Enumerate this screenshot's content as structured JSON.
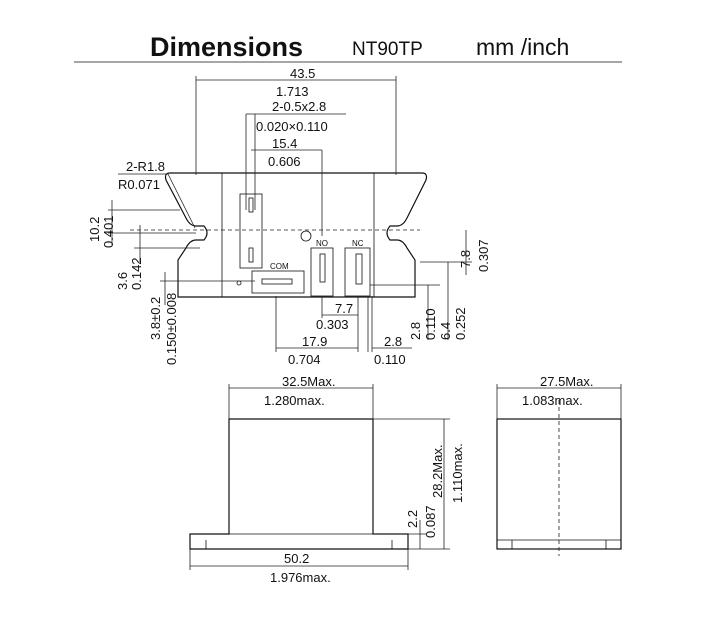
{
  "header": {
    "title": "Dimensions",
    "model": "NT90TP",
    "units": "mm /inch"
  },
  "top_view": {
    "width_mm": "43.5",
    "width_in": "1.713",
    "pin_mm": "2-0.5x2.8",
    "pin_in": "0.020×0.110",
    "pitch_mm": "15.4",
    "pitch_in": "0.606",
    "radius_mm": "2-R1.8",
    "radius_in": "R0.071",
    "left_height_mm": "10.2",
    "left_height_in": "0.401",
    "com_offset_mm": "3.6",
    "com_offset_in": "0.142",
    "tol_mm": "3.8±0.2",
    "tol_in": "0.150±0.008",
    "right_height_mm": "7.8",
    "right_height_in": "0.307",
    "no_nc_gap_mm": "7.7",
    "no_nc_gap_in": "0.303",
    "com_dist_mm": "17.9",
    "com_dist_in": "0.704",
    "nc_width_mm": "2.8",
    "nc_width_in": "0.110",
    "side_pin_mm": "2.8",
    "side_pin_in": "0.110",
    "side_h_mm": "6.4",
    "side_h_in": "0.252",
    "label_no": "NO",
    "label_nc": "NC",
    "label_com": "COM"
  },
  "front_view": {
    "top_width_mm": "32.5Max.",
    "top_width_in": "1.280max.",
    "base_width_mm": "50.2",
    "base_width_in": "1.976max.",
    "height_mm": "28.2Max.",
    "height_in": "1.110max.",
    "flange_mm": "2.2",
    "flange_in": "0.087"
  },
  "side_view": {
    "width_mm": "27.5Max.",
    "width_in": "1.083max."
  }
}
